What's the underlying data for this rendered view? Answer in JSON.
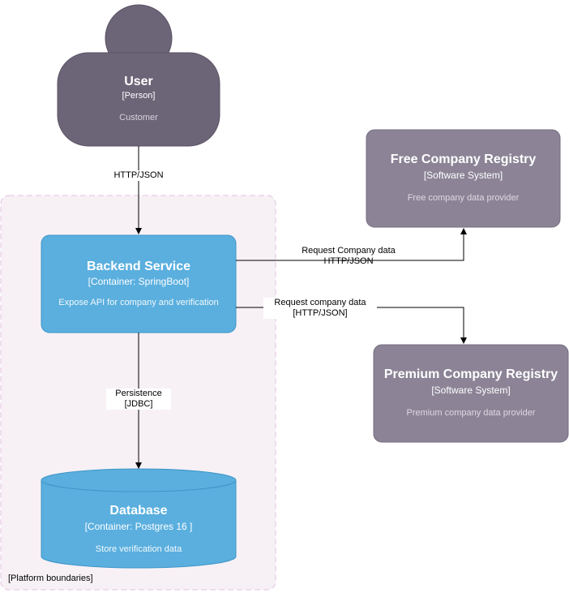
{
  "colors": {
    "person": "#6c6477",
    "system": "#8c8496",
    "container": "#5aafde",
    "boundary_fill": "#f7f1f6",
    "boundary_stroke": "#e2c3e0",
    "line": "#000000"
  },
  "user": {
    "title": "User",
    "type": "[Person]",
    "description": "Customer"
  },
  "free_registry": {
    "title": "Free Company Registry",
    "type": "[Software System]",
    "description": "Free company data provider"
  },
  "premium_registry": {
    "title": "Premium Company Registry",
    "type": "[Software System]",
    "description": "Premium company data provider"
  },
  "backend": {
    "title": "Backend Service",
    "type": "[Container: SpringBoot]",
    "description": "Expose API for company and verification"
  },
  "database": {
    "title": "Database",
    "type": "[Container: Postgres 16 ]",
    "description": "Store verification data"
  },
  "boundary": {
    "label": "[Platform boundaries]"
  },
  "edges": {
    "user_backend": "HTTP/JSON",
    "backend_free_line1": "Request Company data",
    "backend_free_line2": "HTTP/JSON",
    "backend_premium_line1": "Request company data",
    "backend_premium_line2": "[HTTP/JSON]",
    "backend_db_line1": "Persistence",
    "backend_db_line2": "[JDBC]"
  }
}
